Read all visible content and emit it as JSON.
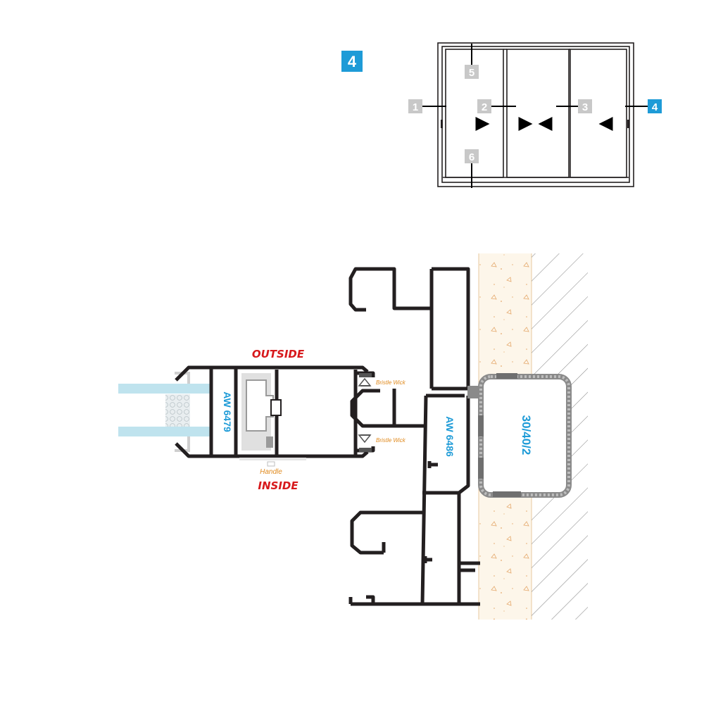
{
  "key": {
    "section_number": "4",
    "markers": [
      {
        "id": "m1",
        "label": "1",
        "active": false
      },
      {
        "id": "m2",
        "label": "2",
        "active": false
      },
      {
        "id": "m3",
        "label": "3",
        "active": false
      },
      {
        "id": "m4",
        "label": "4",
        "active": true
      },
      {
        "id": "m5",
        "label": "5",
        "active": false
      },
      {
        "id": "m6",
        "label": "6",
        "active": false
      }
    ]
  },
  "section": {
    "outside_label": "OUTSIDE",
    "inside_label": "INSIDE",
    "sash_profile": "AW 6479",
    "frame_profile": "AW 6486",
    "steel_profile": "30/40/2",
    "bristle_top": "Bristle Wick",
    "bristle_bottom": "Bristle Wick",
    "handle_label": "Handle"
  },
  "colors": {
    "accent_blue": "#1e9bd7",
    "marker_grey": "#c8c8c8",
    "label_red": "#d7191c",
    "label_orange": "#e08a1e",
    "profile_stroke": "#231f20",
    "glass": "#bfe3ee"
  }
}
